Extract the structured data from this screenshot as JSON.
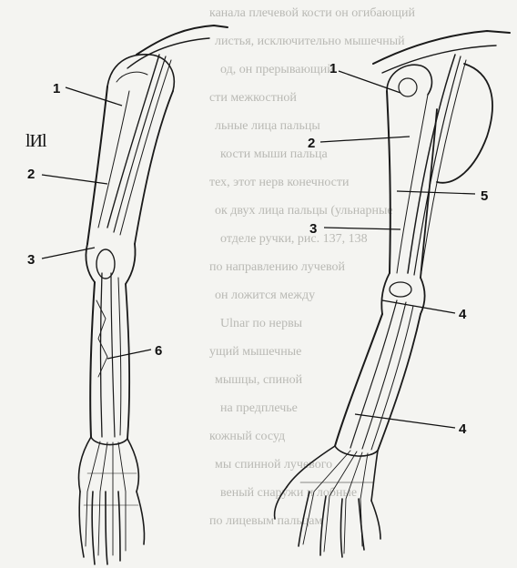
{
  "figure": {
    "side_mark": "lИl",
    "left_arm_labels": [
      "1",
      "2",
      "3",
      "6"
    ],
    "right_arm_labels": [
      "1",
      "2",
      "5",
      "3",
      "4",
      "4"
    ]
  },
  "bleed_through": [
    "канала плечевой кости он огибающий",
    "листья, исключительно мышечный",
    "од, он прерывающий",
    "сти межкостной",
    "льные лица пальцы",
    "кости мыши пальца",
    "тех, этот нерв конечности",
    "ок двух лица пальцы (ульнарные",
    "отделе ручки, рис. 137, 138",
    "по направлению лучевой",
    "он ложится между",
    "Ulnar по нервы",
    "ущий мышечные",
    "мышцы, спиной",
    "на предплечье",
    "кожный сосуд",
    "мы спинной лучевого",
    "веный снаружи и лобные",
    "по лицевым пальцам"
  ]
}
